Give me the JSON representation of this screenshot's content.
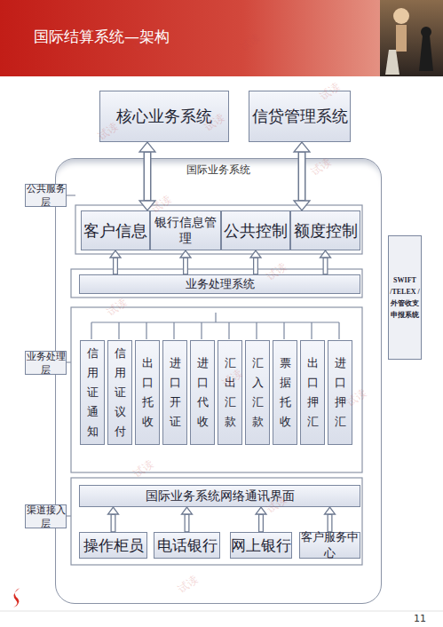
{
  "diagram": {
    "title": "国际结算系统—架构",
    "nodes": [
      {
        "text": [
          "核心业务系统"
        ]
      },
      {
        "text": [
          "信贷管理系统"
        ]
      },
      {
        "text": [
          "国际业务系统"
        ]
      },
      {
        "text": [
          "公共服务层"
        ]
      },
      {
        "text": [
          "客户信息"
        ],
        "in": 2
      },
      {
        "text": [
          "银行信息管理"
        ],
        "in": 2
      },
      {
        "text": [
          "公共控制"
        ],
        "in": 2
      },
      {
        "text": [
          "额度控制"
        ],
        "in": 2
      },
      {
        "text": [
          "SWIFT /TELEX /外管收支 申报系统"
        ]
      },
      {
        "text": [
          "业务处理系统"
        ],
        "in": 2
      },
      {
        "text": [
          "业务处理层"
        ]
      },
      {
        "text": [
          "信用证通知"
        ],
        "in": 2
      },
      {
        "text": [
          "信用证议付"
        ],
        "in": 2
      },
      {
        "text": [
          "出口托收"
        ],
        "in": 2
      },
      {
        "text": [
          "进口开证"
        ],
        "in": 2
      },
      {
        "text": [
          "进口代收"
        ],
        "in": 2
      },
      {
        "text": [
          "汇出汇款"
        ],
        "in": 2
      },
      {
        "text": [
          "汇入汇款"
        ],
        "in": 2
      },
      {
        "text": [
          "票据托收"
        ],
        "in": 2
      },
      {
        "text": [
          "出口押汇"
        ],
        "in": 2
      },
      {
        "text": [
          "进口押汇"
        ],
        "in": 2
      },
      {
        "text": [
          "国际业务系统网络通讯界面"
        ],
        "in": 2
      },
      {
        "text": [
          "渠道接入层"
        ]
      },
      {
        "text": [
          "操作柜员"
        ],
        "in": 2
      },
      {
        "text": [
          "电话银行"
        ],
        "in": 2
      },
      {
        "text": [
          "网上银行"
        ],
        "in": 2
      },
      {
        "text": [
          "客户服务中心"
        ],
        "in": 2
      }
    ],
    "edges": [
      {
        "from": 0,
        "to": 4,
        "arrow": "both"
      },
      {
        "from": 1,
        "to": 7,
        "arrow": "both"
      },
      {
        "from": 9,
        "to": 4,
        "arrow": "to"
      },
      {
        "from": 9,
        "to": 5,
        "arrow": "to"
      },
      {
        "from": 9,
        "to": 6,
        "arrow": "to"
      },
      {
        "from": 9,
        "to": 7,
        "arrow": "to"
      },
      {
        "from": 23,
        "to": 21,
        "arrow": "to"
      },
      {
        "from": 24,
        "to": 21,
        "arrow": "to"
      },
      {
        "from": 25,
        "to": 21,
        "arrow": "to"
      },
      {
        "from": 26,
        "to": 21,
        "arrow": "to"
      }
    ],
    "labels": [
      "试读",
      "试读",
      "试读",
      "试读",
      "试读",
      "试读",
      "试读",
      "试读",
      "试读",
      "试读",
      "试读",
      "试读",
      "试读",
      "试读",
      "11"
    ]
  }
}
